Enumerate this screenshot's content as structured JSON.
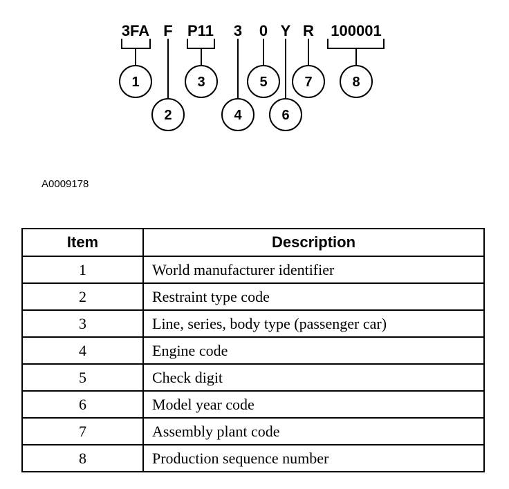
{
  "vin_segments": [
    "3FA",
    "F",
    "P11",
    "3",
    "0",
    "Y",
    "R",
    "100001"
  ],
  "callouts": [
    "1",
    "2",
    "3",
    "4",
    "5",
    "6",
    "7",
    "8"
  ],
  "figure_code": "A0009178",
  "table": {
    "headers": {
      "item": "Item",
      "description": "Description"
    },
    "rows": [
      {
        "item": "1",
        "description": "World manufacturer identifier"
      },
      {
        "item": "2",
        "description": "Restraint type code"
      },
      {
        "item": "3",
        "description": "Line, series, body type (passenger car)"
      },
      {
        "item": "4",
        "description": "Engine code"
      },
      {
        "item": "5",
        "description": "Check digit"
      },
      {
        "item": "6",
        "description": "Model year code"
      },
      {
        "item": "7",
        "description": "Assembly plant code"
      },
      {
        "item": "8",
        "description": "Production sequence number"
      }
    ]
  }
}
